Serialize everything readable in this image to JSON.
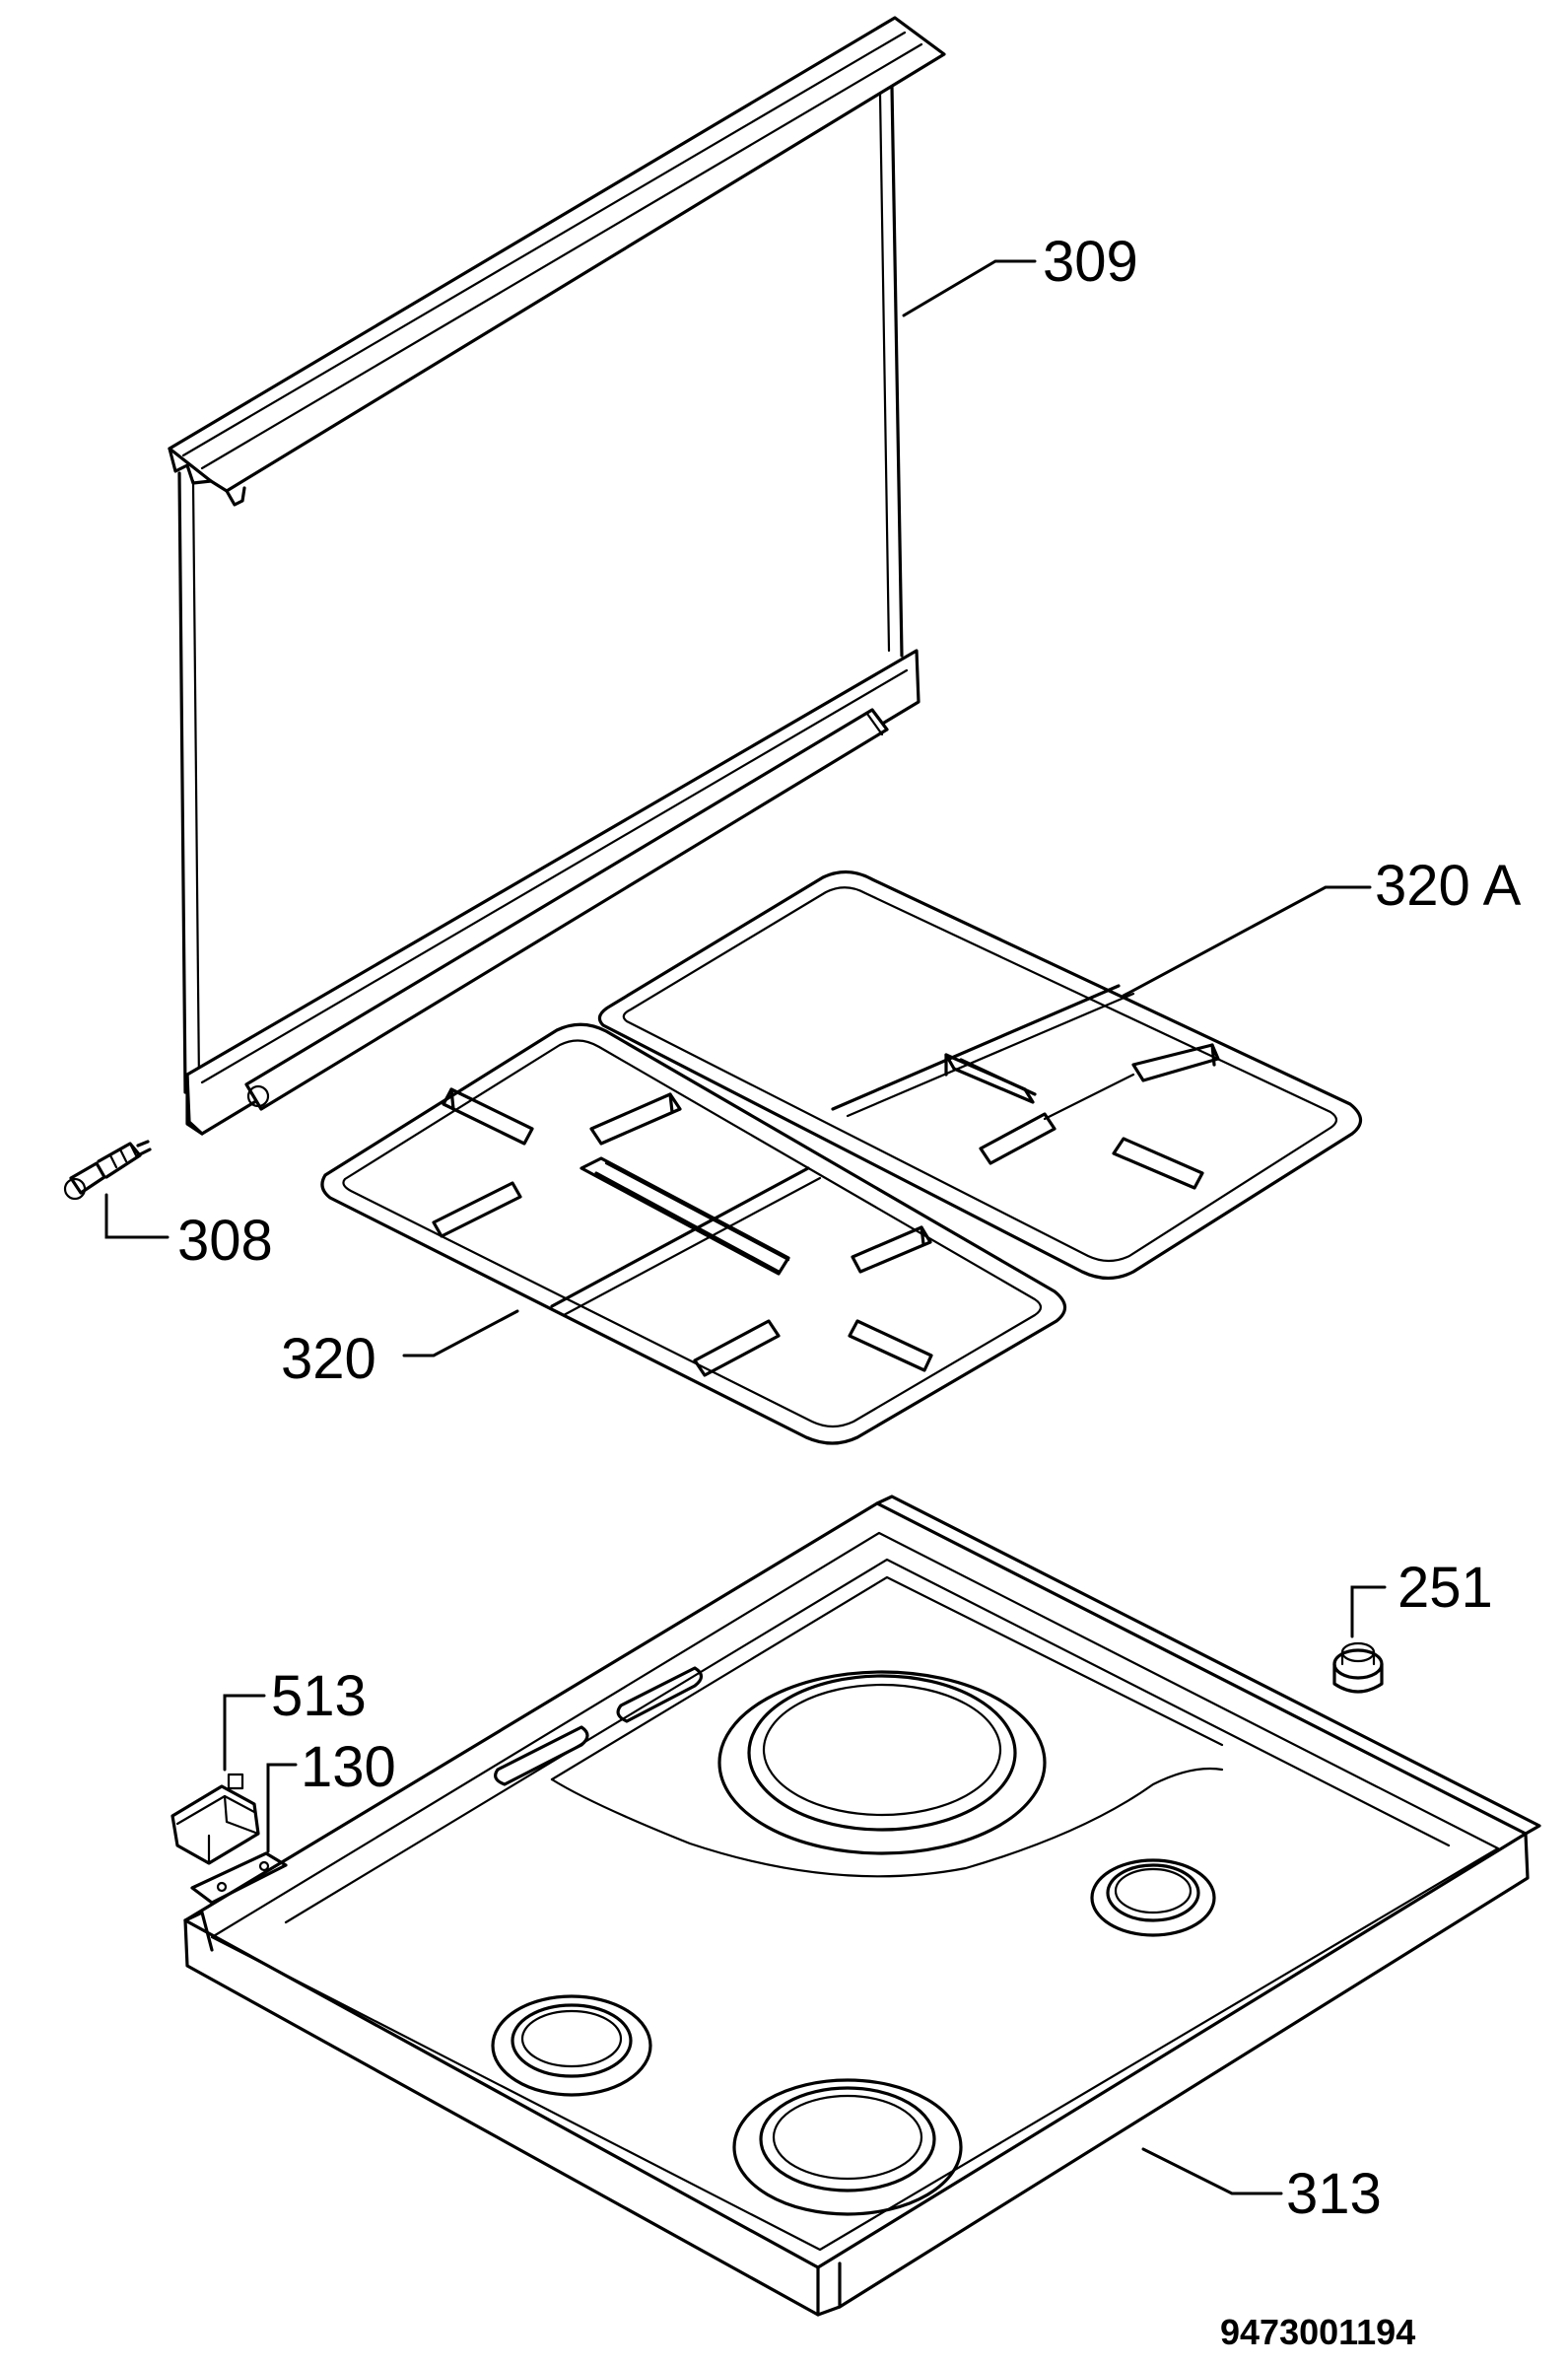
{
  "callouts": {
    "c309": "309",
    "c320a": "320 A",
    "c308": "308",
    "c320": "320",
    "c251": "251",
    "c513": "513",
    "c130": "130",
    "c313": "313"
  },
  "document_number": "9473001194"
}
